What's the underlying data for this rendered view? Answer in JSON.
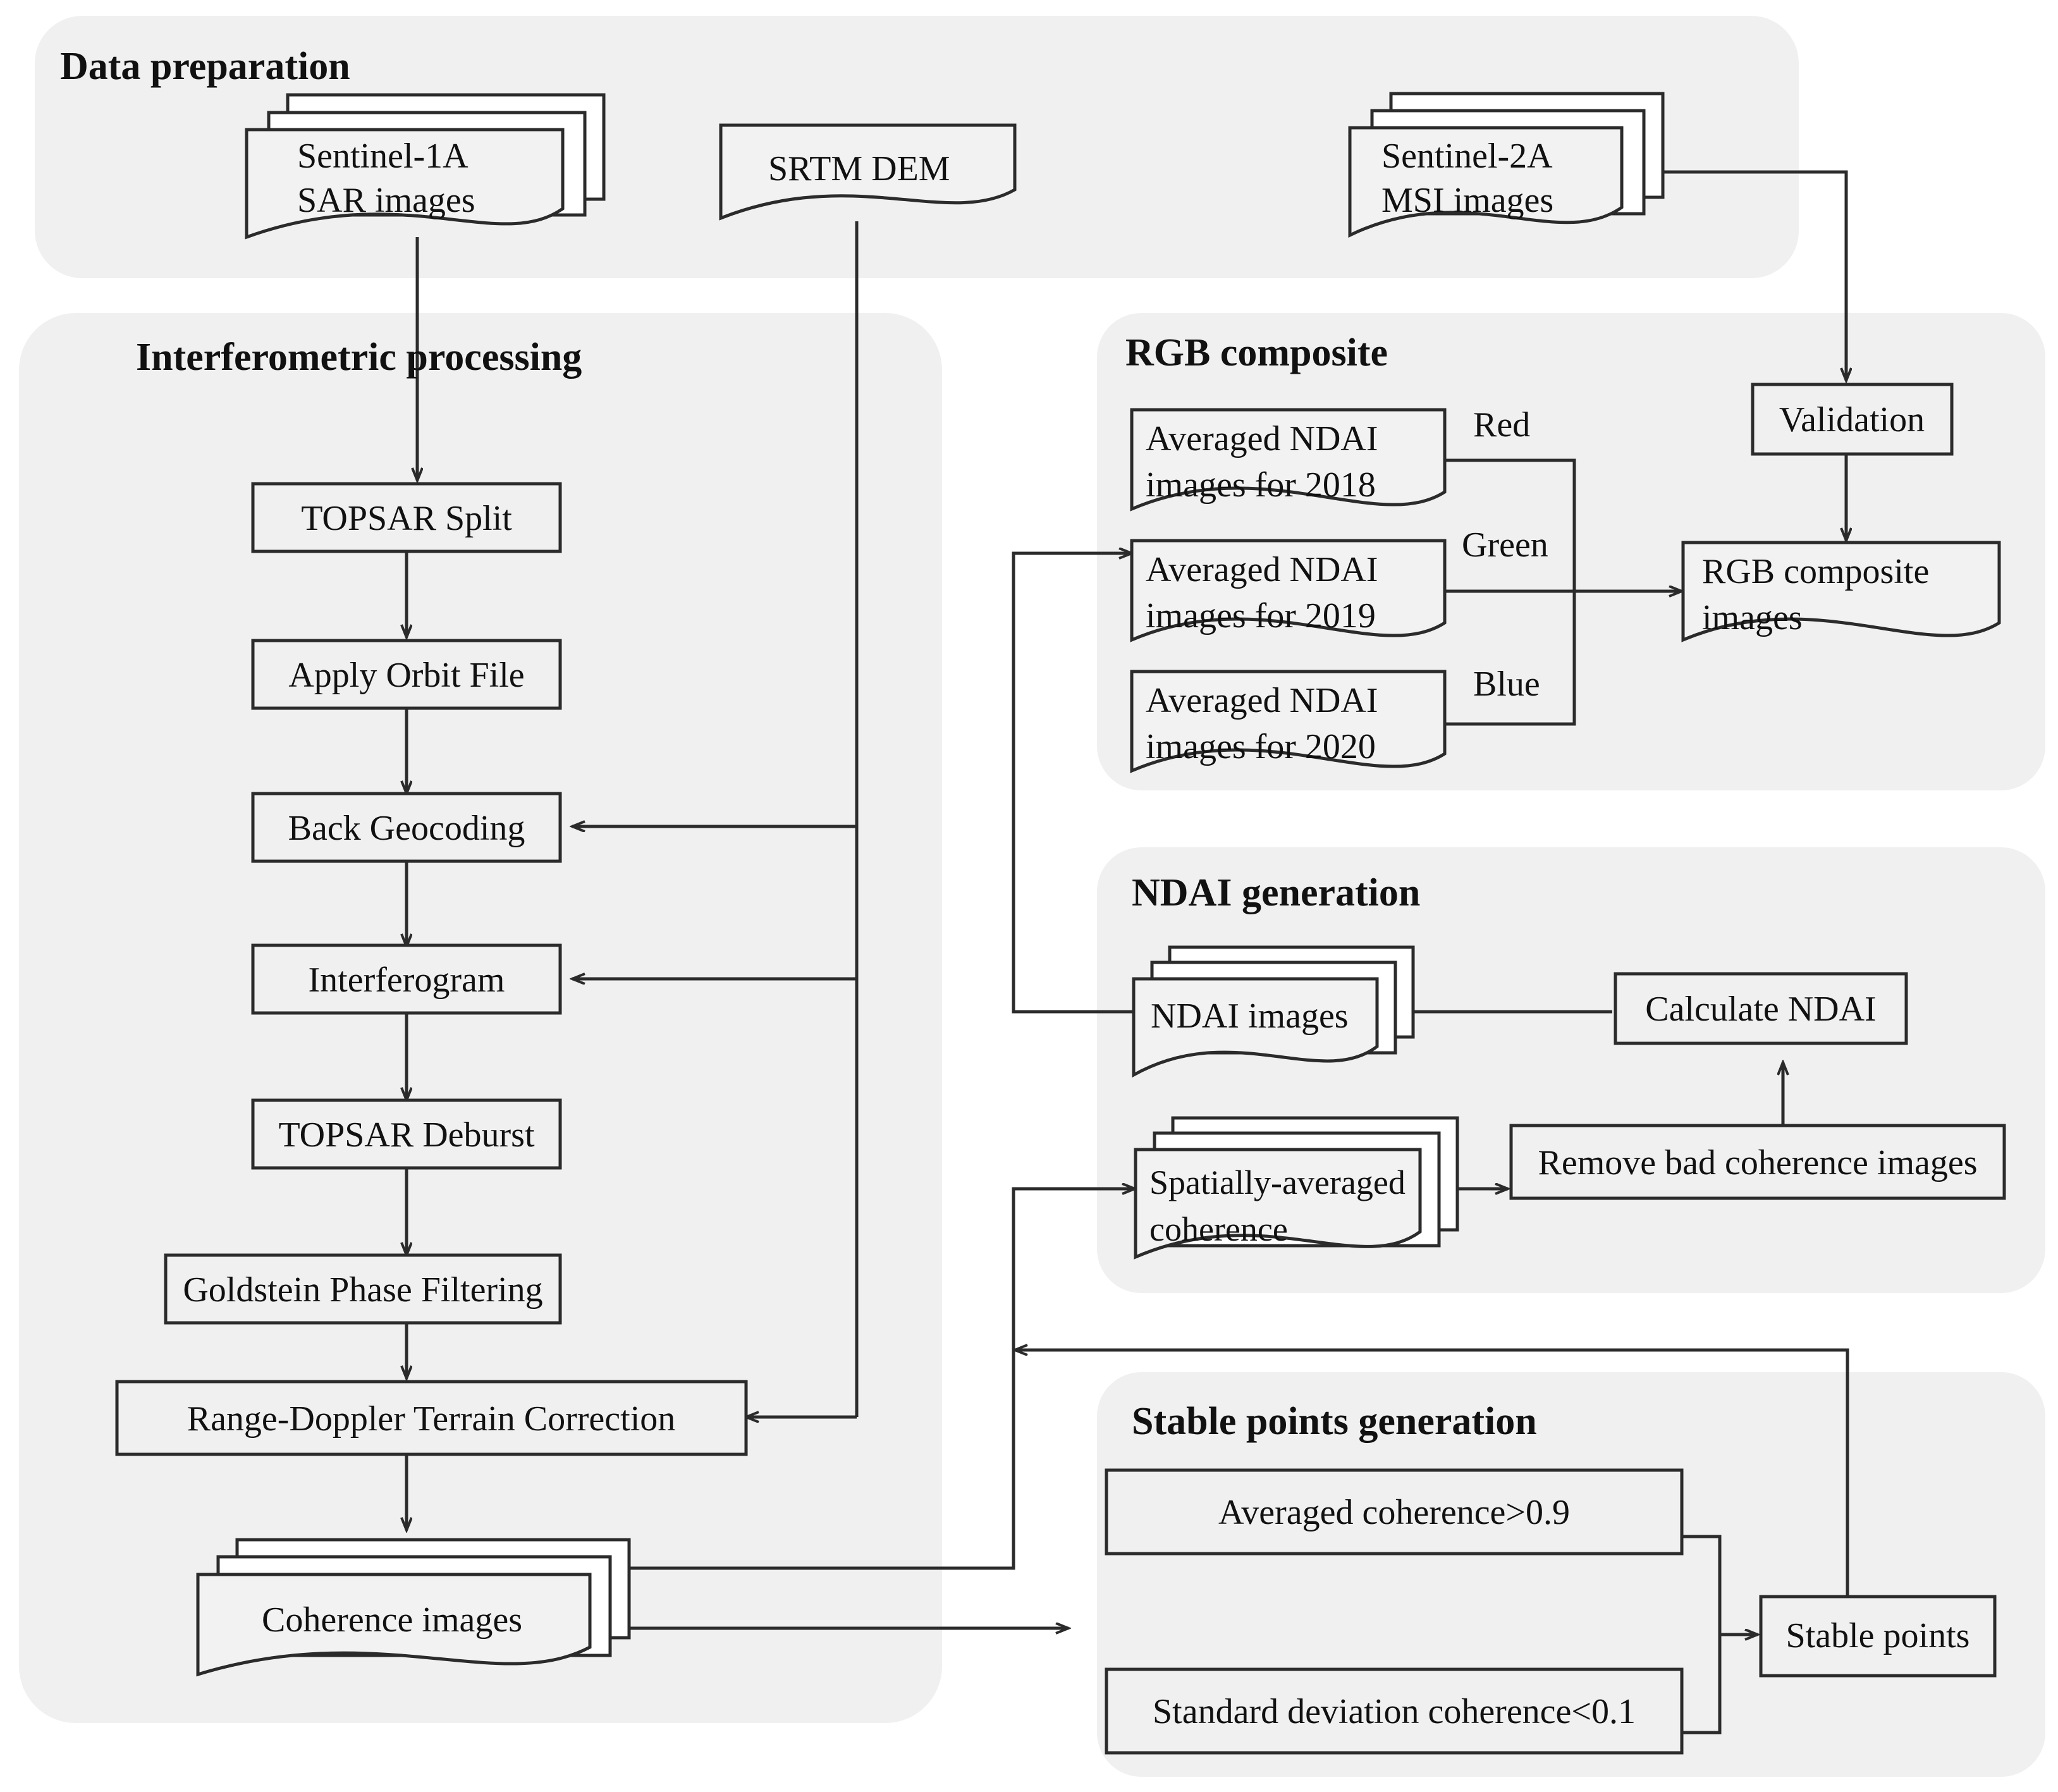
{
  "diagram": {
    "title": "InSAR coherence and NDAI processing workflow",
    "sections": [
      {
        "id": "data-preparation",
        "title": "Data preparation"
      },
      {
        "id": "interferometric-processing",
        "title": "Interferometric processing"
      },
      {
        "id": "rgb-composite",
        "title": "RGB composite"
      },
      {
        "id": "ndai-generation",
        "title": "NDAI generation"
      },
      {
        "id": "stable-points-generation",
        "title": "Stable points generation"
      }
    ],
    "nodes": {
      "sentinel1": {
        "line1": "Sentinel-1A",
        "line2": "SAR images",
        "shape": "stacked-document"
      },
      "srtm": {
        "line1": "SRTM DEM",
        "shape": "document"
      },
      "sentinel2": {
        "line1": "Sentinel-2A",
        "line2": "MSI images",
        "shape": "stacked-document"
      },
      "topsar_split": {
        "label": "TOPSAR Split",
        "shape": "process"
      },
      "apply_orbit": {
        "label": "Apply Orbit File",
        "shape": "process"
      },
      "back_geocoding": {
        "label": "Back Geocoding",
        "shape": "process"
      },
      "interferogram": {
        "label": "Interferogram",
        "shape": "process"
      },
      "topsar_deburst": {
        "label": "TOPSAR Deburst",
        "shape": "process"
      },
      "goldstein": {
        "label": "Goldstein Phase Filtering",
        "shape": "process"
      },
      "range_doppler": {
        "label": "Range-Doppler Terrain Correction",
        "shape": "process"
      },
      "coherence_images": {
        "label": "Coherence images",
        "shape": "stacked-document"
      },
      "ndai_2018": {
        "line1": "Averaged NDAI",
        "line2": "images for 2018",
        "shape": "document"
      },
      "ndai_2019": {
        "line1": "Averaged NDAI",
        "line2": "images for 2019",
        "shape": "document"
      },
      "ndai_2020": {
        "line1": "Averaged NDAI",
        "line2": "images for 2020",
        "shape": "document"
      },
      "validation": {
        "label": "Validation",
        "shape": "process"
      },
      "rgb_composite_images": {
        "line1": "RGB composite",
        "line2": "images",
        "shape": "document"
      },
      "ndai_images": {
        "label": "NDAI images",
        "shape": "stacked-document"
      },
      "calculate_ndai": {
        "label": "Calculate NDAI",
        "shape": "process"
      },
      "spatially_averaged": {
        "line1": "Spatially-averaged",
        "line2": "coherence",
        "shape": "stacked-document"
      },
      "remove_bad": {
        "label": "Remove bad coherence images",
        "shape": "process"
      },
      "avg_coh": {
        "label": "Averaged  coherence>0.9",
        "shape": "process"
      },
      "std_coh": {
        "label": "Standard deviation coherence<0.1",
        "shape": "process"
      },
      "stable_points": {
        "label": "Stable points",
        "shape": "process"
      }
    },
    "edge_labels": {
      "red": "Red",
      "green": "Green",
      "blue": "Blue"
    },
    "colors": {
      "panel_fill": "#f0f0f0",
      "stroke": "#2b2b2b",
      "text": "#111111",
      "page_background": "#ffffff"
    }
  }
}
